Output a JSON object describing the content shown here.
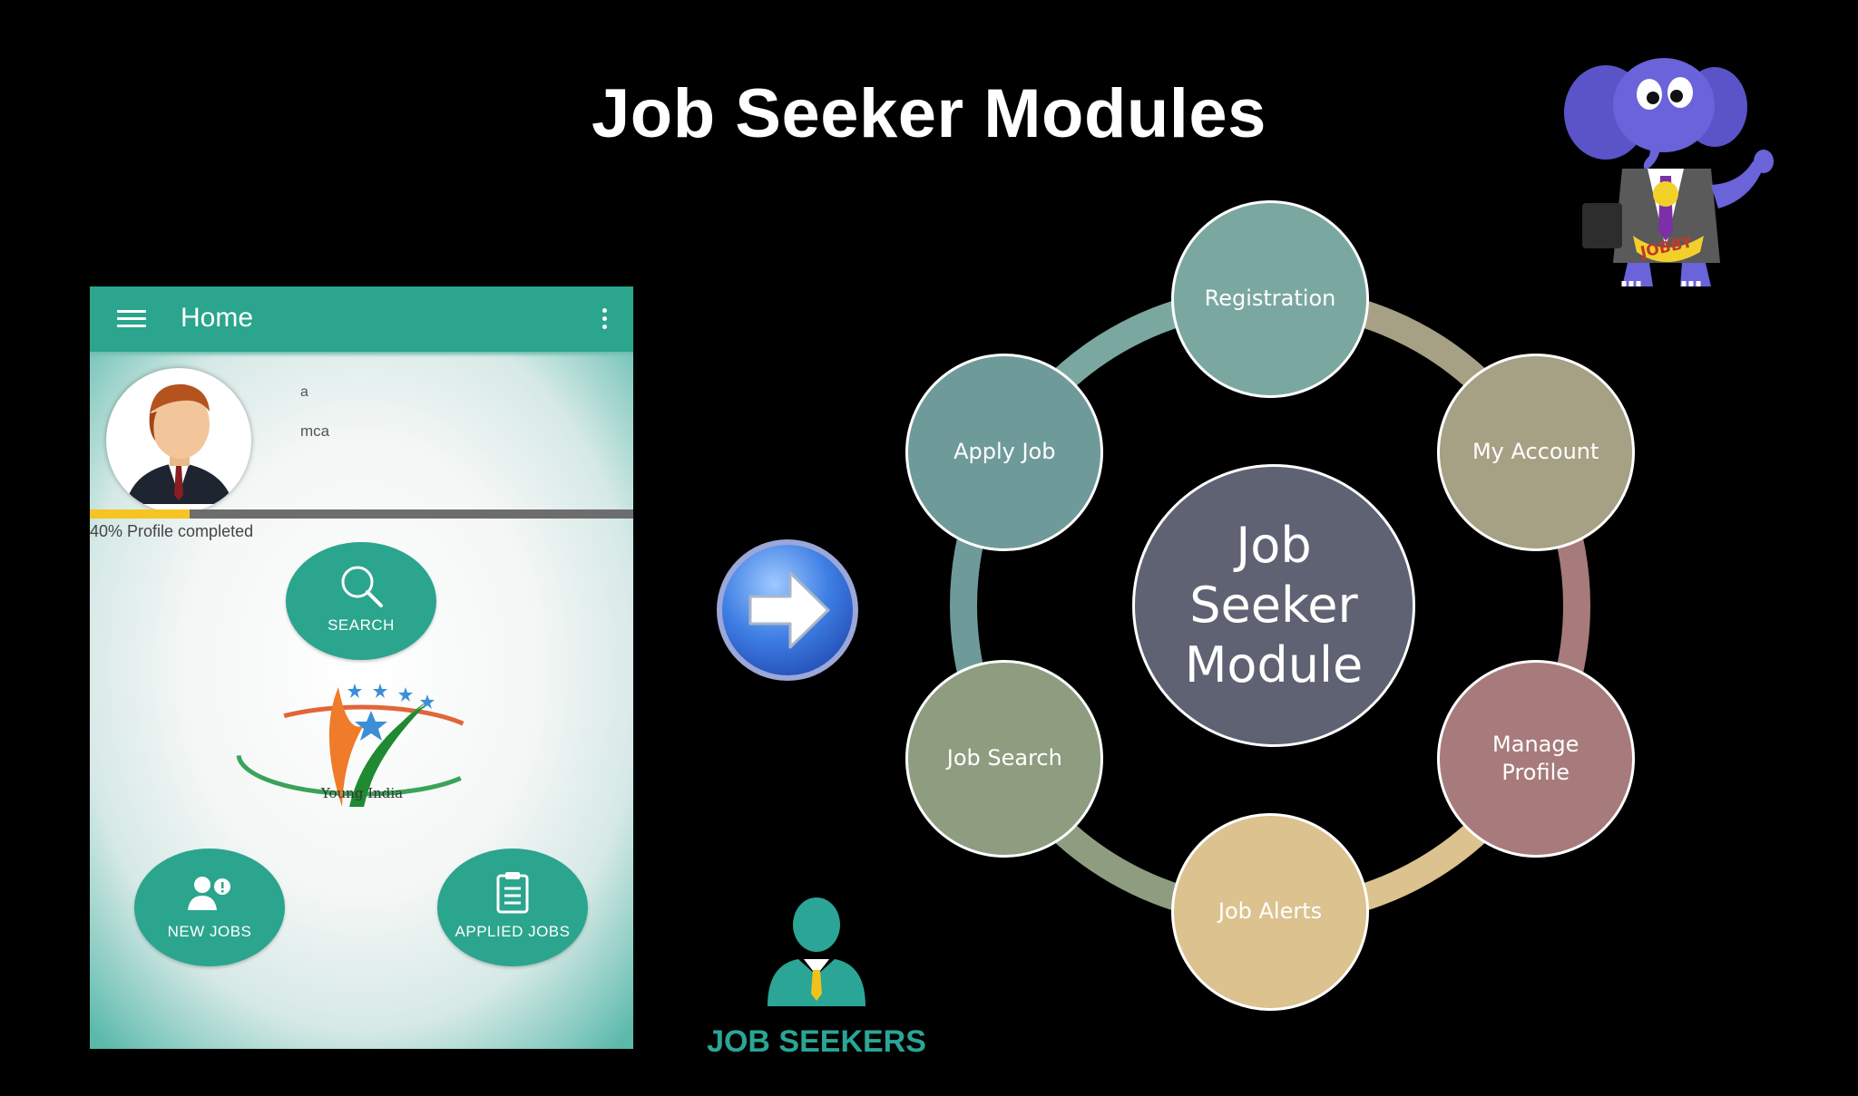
{
  "slide": {
    "title": "Job Seeker Modules"
  },
  "phone": {
    "app_bar_title": "Home",
    "user_name": "a",
    "user_degree": "mca",
    "profile_progress": 0.4,
    "profile_progress_label": "40% Profile completed",
    "buttons": {
      "search": "SEARCH",
      "new_jobs": "NEW JOBS",
      "applied_jobs": "APPLIED JOBS"
    },
    "logo_text": "Young India"
  },
  "job_seekers": {
    "label": "JOB SEEKERS"
  },
  "mascot": {
    "badge_text": "JOBBY"
  },
  "colors": {
    "app_teal": "#2ba58d",
    "progress_yellow": "#f6c423",
    "seekers_teal": "#2aa596"
  },
  "cycle": {
    "center": {
      "label": "Job\nSeeker\nModule",
      "color": "#5e6272"
    },
    "nodes": [
      {
        "label": "Registration",
        "color": "#7aa8a0"
      },
      {
        "label": "My Account",
        "color": "#a6a084"
      },
      {
        "label": "Manage\nProfile",
        "color": "#a77b7b"
      },
      {
        "label": "Job Alerts",
        "color": "#dcc28e"
      },
      {
        "label": "Job Search",
        "color": "#8e9c80"
      },
      {
        "label": "Apply Job",
        "color": "#6f9a9a"
      }
    ]
  }
}
